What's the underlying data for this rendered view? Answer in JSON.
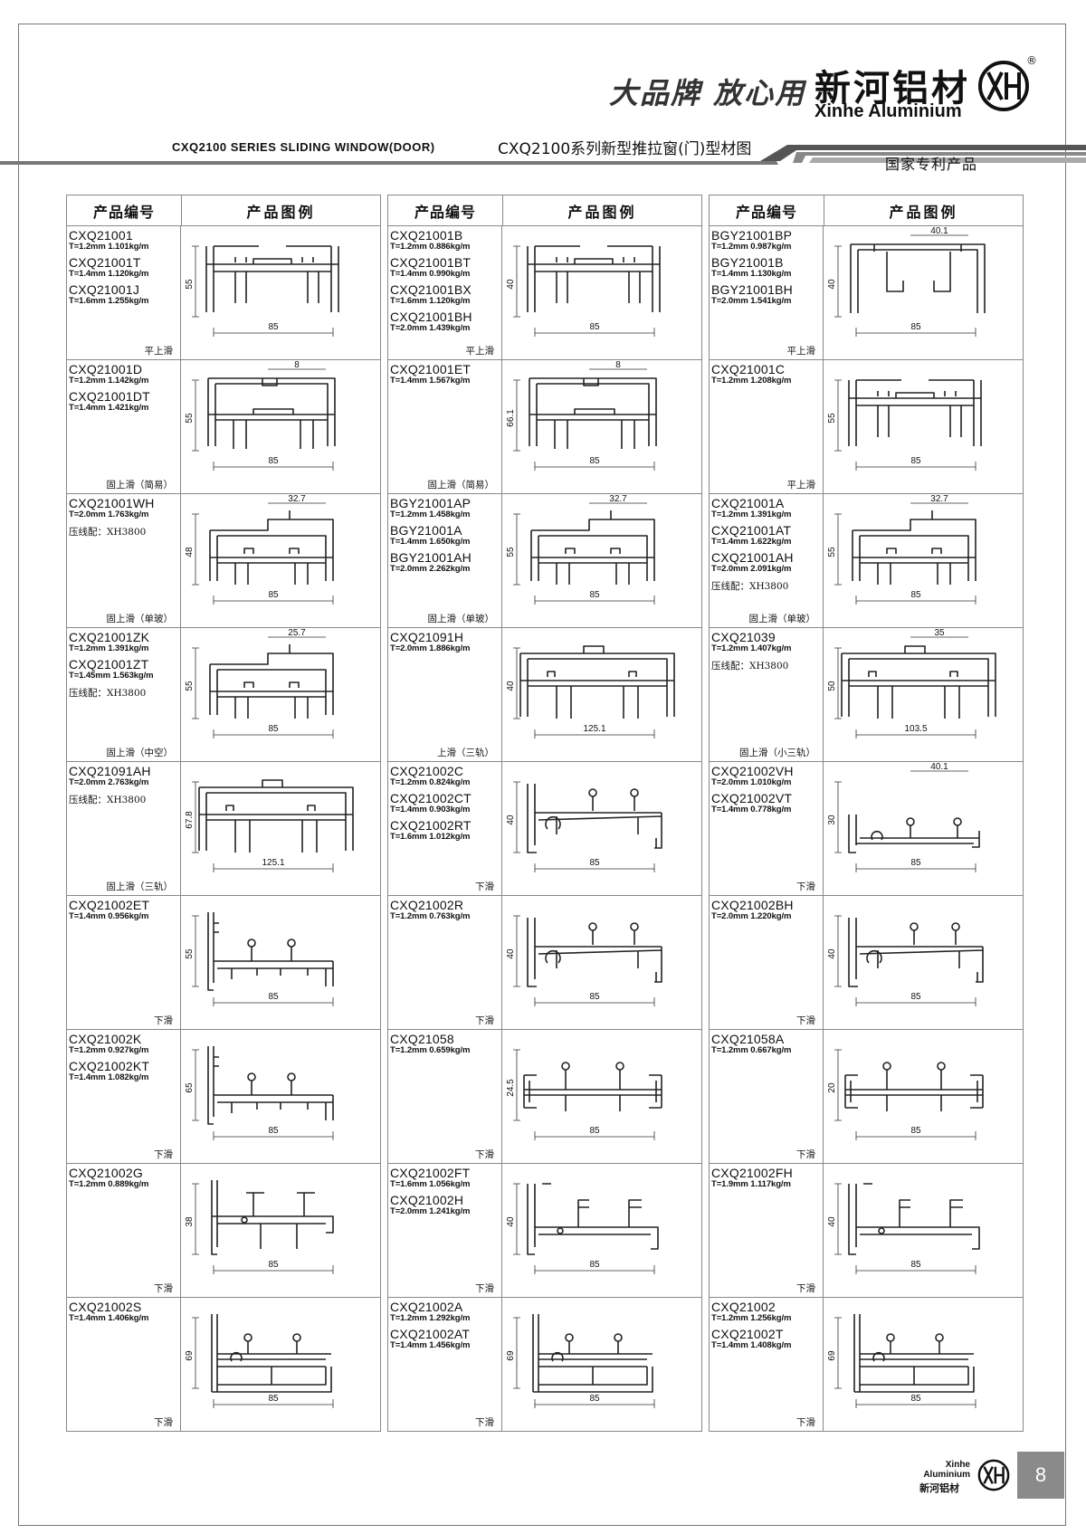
{
  "header": {
    "slogan": "大品牌 放心用",
    "brand_cn": "新河铝材",
    "brand_en": "Xinhe Aluminium",
    "registered": "®",
    "title_en": "CXQ2100 SERIES SLIDING WINDOW(DOOR)",
    "title_cn": "CXQ2100系列新型推拉窗(门)型材图",
    "patent": "国家专利产品"
  },
  "table_headers": {
    "code": "产品编号",
    "figure": "产品图例"
  },
  "columns": [
    [
      {
        "lines": [
          {
            "code": "CXQ21001",
            "spec": "T=1.2mm  1.101kg/m"
          },
          {
            "code": "CXQ21001T",
            "spec": "T=1.4mm  1.120kg/m"
          },
          {
            "code": "CXQ21001J",
            "spec": "T=1.6mm  1.255kg/m"
          }
        ],
        "note": "",
        "type": "平上滑",
        "dims": {
          "h": "55",
          "w": "85",
          "e": ""
        },
        "shape": "A"
      },
      {
        "lines": [
          {
            "code": "CXQ21001D",
            "spec": "T=1.2mm  1.142kg/m"
          },
          {
            "code": "CXQ21001DT",
            "spec": "T=1.4mm  1.421kg/m"
          }
        ],
        "note": "",
        "type": "固上滑（简易）",
        "dims": {
          "h": "55",
          "w": "85",
          "e": "8"
        },
        "shape": "B"
      },
      {
        "lines": [
          {
            "code": "CXQ21001WH",
            "spec": "T=2.0mm  1.763kg/m"
          }
        ],
        "note": "压线配：XH3800",
        "type": "固上滑（单玻）",
        "dims": {
          "h": "48",
          "w": "85",
          "e": "32.7"
        },
        "shape": "C"
      },
      {
        "lines": [
          {
            "code": "CXQ21001ZK",
            "spec": "T=1.2mm  1.391kg/m"
          },
          {
            "code": "CXQ21001ZT",
            "spec": "T=1.45mm  1.563kg/m"
          }
        ],
        "note": "压线配：XH3800",
        "type": "固上滑（中空）",
        "dims": {
          "h": "55",
          "w": "85",
          "e": "25.7"
        },
        "shape": "C"
      },
      {
        "lines": [
          {
            "code": "CXQ21091AH",
            "spec": "T=2.0mm  2.763kg/m"
          }
        ],
        "note": "压线配：XH3800",
        "type": "固上滑（三轨）",
        "dims": {
          "h": "67.8",
          "w": "125.1",
          "e": ""
        },
        "shape": "D"
      },
      {
        "lines": [
          {
            "code": "CXQ21002ET",
            "spec": "T=1.4mm  0.956kg/m"
          }
        ],
        "note": "",
        "type": "下滑",
        "dims": {
          "h": "55",
          "w": "85",
          "e": ""
        },
        "shape": "F"
      },
      {
        "lines": [
          {
            "code": "CXQ21002K",
            "spec": "T=1.2mm  0.927kg/m"
          },
          {
            "code": "CXQ21002KT",
            "spec": "T=1.4mm  1.082kg/m"
          }
        ],
        "note": "",
        "type": "下滑",
        "dims": {
          "h": "65",
          "w": "85",
          "e": ""
        },
        "shape": "F"
      },
      {
        "lines": [
          {
            "code": "CXQ21002G",
            "spec": "T=1.2mm  0.889kg/m"
          }
        ],
        "note": "",
        "type": "下滑",
        "dims": {
          "h": "38",
          "w": "85",
          "e": ""
        },
        "shape": "G"
      },
      {
        "lines": [
          {
            "code": "CXQ21002S",
            "spec": "T=1.4mm  1.406kg/m"
          }
        ],
        "note": "",
        "type": "下滑",
        "dims": {
          "h": "69",
          "w": "85",
          "e": ""
        },
        "shape": "H"
      }
    ],
    [
      {
        "lines": [
          {
            "code": "CXQ21001B",
            "spec": "T=1.2mm  0.886kg/m"
          },
          {
            "code": "CXQ21001BT",
            "spec": "T=1.4mm  0.990kg/m"
          },
          {
            "code": "CXQ21001BX",
            "spec": "T=1.6mm  1.120kg/m"
          },
          {
            "code": "CXQ21001BH",
            "spec": "T=2.0mm  1.439kg/m"
          }
        ],
        "note": "",
        "type": "平上滑",
        "dims": {
          "h": "40",
          "w": "85",
          "e": ""
        },
        "shape": "A"
      },
      {
        "lines": [
          {
            "code": "CXQ21001ET",
            "spec": "T=1.4mm  1.567kg/m"
          }
        ],
        "note": "",
        "type": "固上滑（简易）",
        "dims": {
          "h": "66.1",
          "w": "85",
          "e": "8"
        },
        "shape": "B"
      },
      {
        "lines": [
          {
            "code": "BGY21001AP",
            "spec": "T=1.2mm  1.458kg/m"
          },
          {
            "code": "BGY21001A",
            "spec": "T=1.4mm  1.650kg/m"
          },
          {
            "code": "BGY21001AH",
            "spec": "T=2.0mm  2.262kg/m"
          }
        ],
        "note": "",
        "type": "固上滑（单玻）",
        "dims": {
          "h": "55",
          "w": "85",
          "e": "32.7"
        },
        "shape": "C"
      },
      {
        "lines": [
          {
            "code": "CXQ21091H",
            "spec": "T=2.0mm  1.886kg/m"
          }
        ],
        "note": "",
        "type": "上滑（三轨）",
        "dims": {
          "h": "40",
          "w": "125.1",
          "e": ""
        },
        "shape": "D"
      },
      {
        "lines": [
          {
            "code": "CXQ21002C",
            "spec": "T=1.2mm  0.824kg/m"
          },
          {
            "code": "CXQ21002CT",
            "spec": "T=1.4mm  0.903kg/m"
          },
          {
            "code": "CXQ21002RT",
            "spec": "T=1.6mm  1.012kg/m"
          }
        ],
        "note": "",
        "type": "下滑",
        "dims": {
          "h": "40",
          "w": "85",
          "e": ""
        },
        "shape": "E"
      },
      {
        "lines": [
          {
            "code": "CXQ21002R",
            "spec": "T=1.2mm  0.763kg/m"
          }
        ],
        "note": "",
        "type": "下滑",
        "dims": {
          "h": "40",
          "w": "85",
          "e": ""
        },
        "shape": "E"
      },
      {
        "lines": [
          {
            "code": "CXQ21058",
            "spec": "T=1.2mm  0.659kg/m"
          }
        ],
        "note": "",
        "type": "下滑",
        "dims": {
          "h": "24.5",
          "w": "85",
          "e": ""
        },
        "shape": "I"
      },
      {
        "lines": [
          {
            "code": "CXQ21002FT",
            "spec": "T=1.6mm  1.056kg/m"
          },
          {
            "code": "CXQ21002H",
            "spec": "T=2.0mm  1.241kg/m"
          }
        ],
        "note": "",
        "type": "下滑",
        "dims": {
          "h": "40",
          "w": "85",
          "e": ""
        },
        "shape": "J"
      },
      {
        "lines": [
          {
            "code": "CXQ21002A",
            "spec": "T=1.2mm  1.292kg/m"
          },
          {
            "code": "CXQ21002AT",
            "spec": "T=1.4mm  1.456kg/m"
          }
        ],
        "note": "",
        "type": "下滑",
        "dims": {
          "h": "69",
          "w": "85",
          "e": ""
        },
        "shape": "H"
      }
    ],
    [
      {
        "lines": [
          {
            "code": "BGY21001BP",
            "spec": "T=1.2mm  0.987kg/m"
          },
          {
            "code": "BGY21001B",
            "spec": "T=1.4mm  1.130kg/m"
          },
          {
            "code": "BGY21001BH",
            "spec": "T=2.0mm  1.541kg/m"
          }
        ],
        "note": "",
        "type": "平上滑",
        "dims": {
          "h": "40",
          "w": "85",
          "e": "40.1"
        },
        "shape": "K"
      },
      {
        "lines": [
          {
            "code": "CXQ21001C",
            "spec": "T=1.2mm  1.208kg/m"
          }
        ],
        "note": "",
        "type": "平上滑",
        "dims": {
          "h": "55",
          "w": "85",
          "e": ""
        },
        "shape": "A"
      },
      {
        "lines": [
          {
            "code": "CXQ21001A",
            "spec": "T=1.2mm  1.391kg/m"
          },
          {
            "code": "CXQ21001AT",
            "spec": "T=1.4mm  1.622kg/m"
          },
          {
            "code": "CXQ21001AH",
            "spec": "T=2.0mm  2.091kg/m"
          }
        ],
        "note": "压线配：XH3800",
        "type": "固上滑（单玻）",
        "dims": {
          "h": "55",
          "w": "85",
          "e": "32.7"
        },
        "shape": "C"
      },
      {
        "lines": [
          {
            "code": "CXQ21039",
            "spec": "T=1.2mm  1.407kg/m"
          }
        ],
        "note": "压线配：XH3800",
        "type": "固上滑（小三轨）",
        "dims": {
          "h": "50",
          "w": "103.5",
          "e": "35"
        },
        "shape": "D"
      },
      {
        "lines": [
          {
            "code": "CXQ21002VH",
            "spec": "T=2.0mm  1.010kg/m"
          },
          {
            "code": "CXQ21002VT",
            "spec": "T=1.4mm  0.778kg/m"
          }
        ],
        "note": "",
        "type": "下滑",
        "dims": {
          "h": "30",
          "w": "85",
          "e": "40.1"
        },
        "shape": "L"
      },
      {
        "lines": [
          {
            "code": "CXQ21002BH",
            "spec": "T=2.0mm  1.220kg/m"
          }
        ],
        "note": "",
        "type": "下滑",
        "dims": {
          "h": "40",
          "w": "85",
          "e": ""
        },
        "shape": "E"
      },
      {
        "lines": [
          {
            "code": "CXQ21058A",
            "spec": "T=1.2mm  0.667kg/m"
          }
        ],
        "note": "",
        "type": "下滑",
        "dims": {
          "h": "20",
          "w": "85",
          "e": ""
        },
        "shape": "I"
      },
      {
        "lines": [
          {
            "code": "CXQ21002FH",
            "spec": "T=1.9mm  1.117kg/m"
          }
        ],
        "note": "",
        "type": "下滑",
        "dims": {
          "h": "40",
          "w": "85",
          "e": ""
        },
        "shape": "J"
      },
      {
        "lines": [
          {
            "code": "CXQ21002",
            "spec": "T=1.2mm  1.256kg/m"
          },
          {
            "code": "CXQ21002T",
            "spec": "T=1.4mm  1.408kg/m"
          }
        ],
        "note": "",
        "type": "下滑",
        "dims": {
          "h": "69",
          "w": "85",
          "e": ""
        },
        "shape": "H"
      }
    ]
  ],
  "footer": {
    "brand_en_1": "Xinhe",
    "brand_en_2": "Aluminium",
    "brand_cn": "新河铝材",
    "page": "8"
  }
}
